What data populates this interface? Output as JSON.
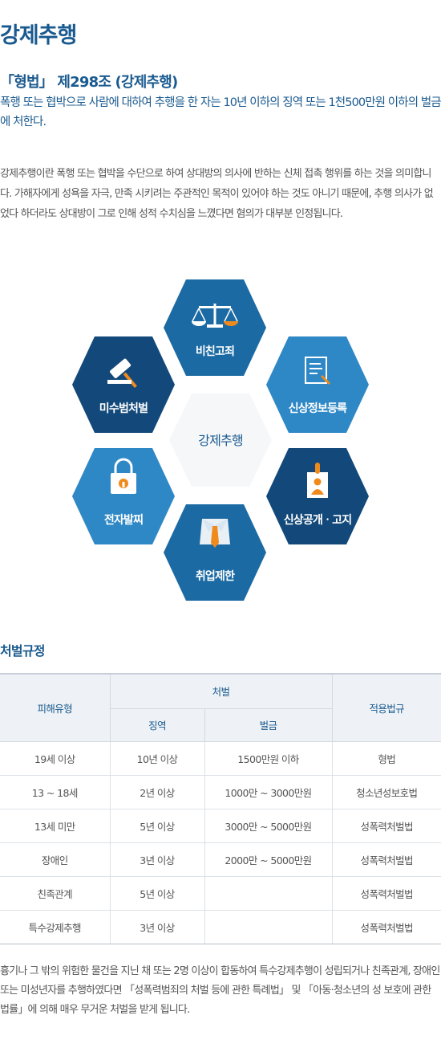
{
  "title": "강제추행",
  "law": {
    "heading": "「형법」 제298조 (강제추행)",
    "text": "폭행 또는 협박으로 사람에 대하여 추행을 한 자는 10년 이하의 징역 또는 1천500만원 이하의 벌금에 처한다."
  },
  "description": "강제추행이란 폭행 또는 협박을 수단으로 하여 상대방의 의사에 반하는 신체 접촉 행위를 하는 것을 의미합니다. 가해자에게 성욕을 자극, 만족 시키려는 주관적인 목적이 있어야 하는 것도 아니기 때문에, 추행 의사가 없었다 하더라도 상대방이 그로 인해 성적 수치심을 느꼈다면 혐의가 대부분 인정됩니다.",
  "diagram": {
    "center": "강제추행",
    "nodes": [
      {
        "label": "비친고죄",
        "icon": "scale-icon",
        "color": "#1b6aa3"
      },
      {
        "label": "신상정보등록",
        "icon": "document-pen-icon",
        "color": "#2f88c6"
      },
      {
        "label": "신상공개ㆍ고지",
        "icon": "id-badge-icon",
        "color": "#13497a"
      },
      {
        "label": "취업제한",
        "icon": "shirt-tie-icon",
        "color": "#1b6aa3"
      },
      {
        "label": "전자발찌",
        "icon": "padlock-icon",
        "color": "#2f88c6"
      },
      {
        "label": "미수범처벌",
        "icon": "gavel-icon",
        "color": "#13497a"
      }
    ],
    "accent": "#f08a1c",
    "center_fill": "#f5f7f9"
  },
  "penalty": {
    "title": "처벌규정",
    "headers": {
      "victim_type": "피해유형",
      "punishment": "처벌",
      "prison": "징역",
      "fine": "벌금",
      "law": "적용법규"
    },
    "rows": [
      {
        "victim": "19세 이상",
        "prison": "10년 이상",
        "fine": "1500만원 이하",
        "law": "형법"
      },
      {
        "victim": "13 ~ 18세",
        "prison": "2년 이상",
        "fine": "1000만 ~ 3000만원",
        "law": "청소년성보호법"
      },
      {
        "victim": "13세 미만",
        "prison": "5년 이상",
        "fine": "3000만 ~ 5000만원",
        "law": "성폭력처벌법"
      },
      {
        "victim": "장애인",
        "prison": "3년 이상",
        "fine": "2000만 ~ 5000만원",
        "law": "성폭력처벌법"
      },
      {
        "victim": "친족관계",
        "prison": "5년 이상",
        "fine": "",
        "law": "성폭력처벌법"
      },
      {
        "victim": "특수강제추행",
        "prison": "3년 이상",
        "fine": "",
        "law": "성폭력처벌법"
      }
    ]
  },
  "note": "흉기나 그 밖의 위험한 물건을 지닌 채 또는 2명 이상이 합동하여 특수강제추행이 성립되거나 친족관계, 장애인 또는 미성년자를 추행하였다면 「성폭력범죄의 처벌 등에 관한 특례법」 및 「아동·청소년의 성 보호에 관한 법률」에 의해 매우 무거운 처벌을 받게 됩니다."
}
